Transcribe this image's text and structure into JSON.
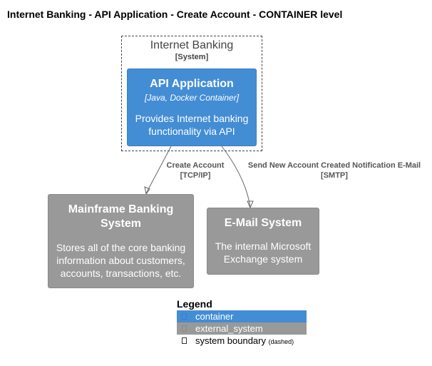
{
  "title": "Internet Banking - API Application - Create Account - CONTAINER level",
  "boundary": {
    "name": "Internet Banking",
    "type": "[System]"
  },
  "nodes": {
    "api": {
      "name": "API Application",
      "tech": "[Java, Docker Container]",
      "desc_lines": [
        "Provides Internet banking",
        "functionality via API"
      ]
    },
    "mainframe": {
      "name_lines": [
        "Mainframe Banking",
        "System"
      ],
      "desc_lines": [
        "Stores all of the core banking",
        "information about customers,",
        "accounts, transactions, etc."
      ]
    },
    "email": {
      "name": "E-Mail System",
      "desc_lines": [
        "The internal Microsoft",
        "Exchange system"
      ]
    }
  },
  "edges": [
    {
      "from": "API Application",
      "to": "Mainframe Banking System",
      "label": "Create Account",
      "protocol": "[TCP/IP]"
    },
    {
      "from": "API Application",
      "to": "E-Mail System",
      "label": "Send New Account Created Notification E-Mail",
      "protocol": "[SMTP]"
    }
  ],
  "legend": {
    "title": "Legend",
    "items": [
      {
        "label": "container",
        "color": "#438dd5"
      },
      {
        "label": "external_system",
        "color": "#999999"
      },
      {
        "label": "system boundary",
        "note": "(dashed)"
      }
    ]
  },
  "colors": {
    "container": "#438dd5",
    "external_system": "#999999",
    "boundary": "#444444",
    "edge": "#666666"
  }
}
